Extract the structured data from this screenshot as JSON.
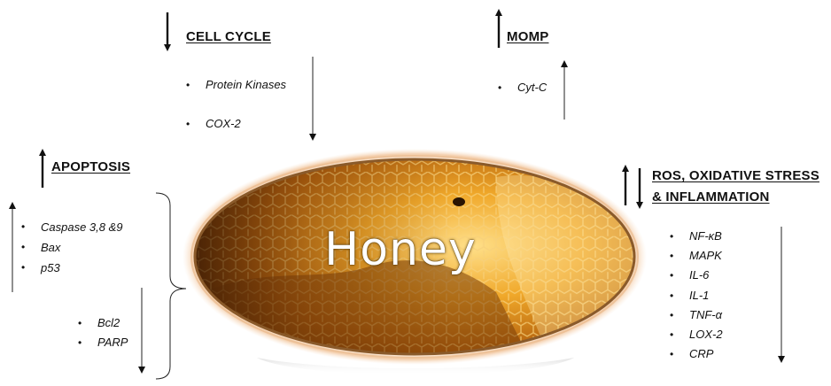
{
  "center_label": "Honey",
  "cell_cycle": {
    "heading": "CELL CYCLE",
    "items": [
      "Protein Kinases",
      "COX-2"
    ]
  },
  "momp": {
    "heading": "MOMP",
    "items": [
      "Cyt-C"
    ]
  },
  "apoptosis": {
    "heading": "APOPTOSIS",
    "up_items": [
      "Caspase 3,8 &9",
      "Bax",
      "p53"
    ],
    "down_items": [
      "Bcl2",
      "PARP"
    ]
  },
  "ros": {
    "heading_line1": "ROS, OXIDATIVE STRESS",
    "heading_line2": "& INFLAMMATION",
    "items": [
      "NF-κB",
      "MAPK",
      "IL-6",
      "IL-1",
      "TNF-α",
      "LOX-2",
      "CRP"
    ]
  },
  "colors": {
    "honey_gold": "#f2b233",
    "honey_dark": "#b06a10",
    "ellipse_rim": "#8a5a2a"
  }
}
